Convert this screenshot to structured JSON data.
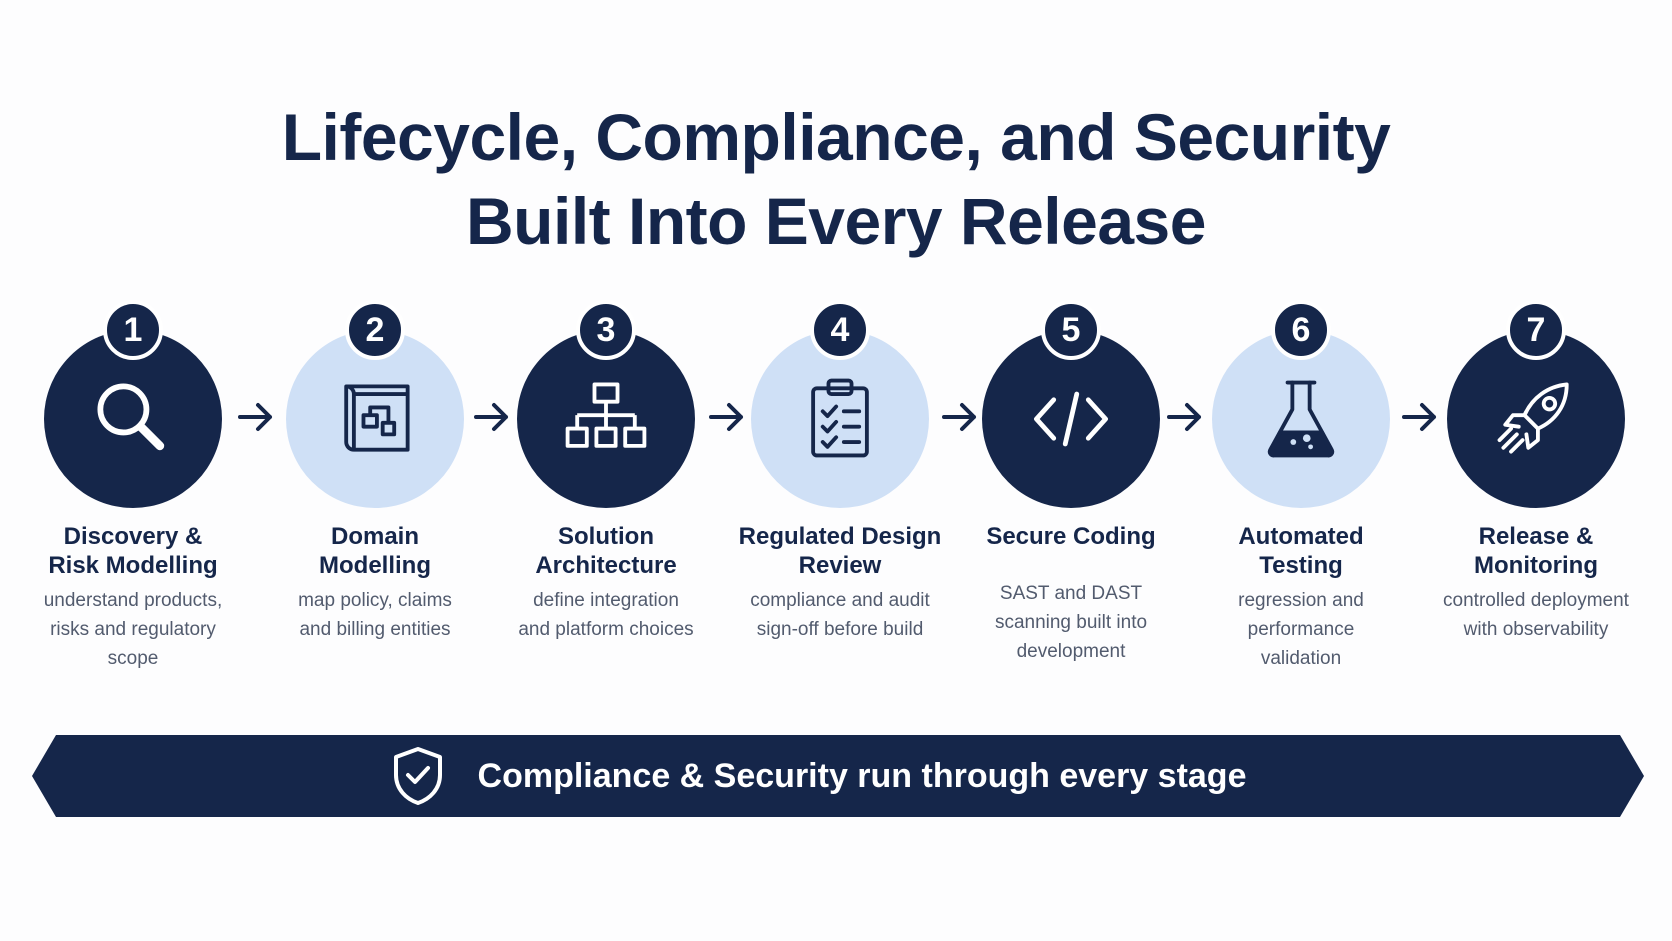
{
  "title": {
    "line1": "Lifecycle, Compliance, and Security",
    "line2": "Built Into Every Release"
  },
  "steps": [
    {
      "number": "1",
      "title_line1": "Discovery &",
      "title_line2": "Risk Modelling",
      "desc_line1": "understand products,",
      "desc_line2": "risks and regulatory",
      "desc_line3": "scope",
      "icon": "magnifier-icon",
      "style": "dark"
    },
    {
      "number": "2",
      "title_line1": "Domain",
      "title_line2": "Modelling",
      "desc_line1": "map policy, claims",
      "desc_line2": "and billing entities",
      "icon": "blueprint-icon",
      "style": "light"
    },
    {
      "number": "3",
      "title_line1": "Solution",
      "title_line2": "Architecture",
      "desc_line1": "define integration",
      "desc_line2": "and platform choices",
      "icon": "hierarchy-icon",
      "style": "dark"
    },
    {
      "number": "4",
      "title_line1": "Regulated Design",
      "title_line2": "Review",
      "desc_line1": "compliance and audit",
      "desc_line2": "sign-off before build",
      "icon": "clipboard-checklist-icon",
      "style": "light"
    },
    {
      "number": "5",
      "title_line1": "Secure Coding",
      "desc_line1": "SAST and DAST",
      "desc_line2": "scanning built into",
      "desc_line3": "development",
      "icon": "code-icon",
      "style": "dark"
    },
    {
      "number": "6",
      "title_line1": "Automated",
      "title_line2": "Testing",
      "desc_line1": "regression and",
      "desc_line2": "performance",
      "desc_line3": "validation",
      "icon": "flask-icon",
      "style": "light"
    },
    {
      "number": "7",
      "title_line1": "Release &",
      "title_line2": "Monitoring",
      "desc_line1": "controlled deployment",
      "desc_line2": "with observability",
      "icon": "rocket-icon",
      "style": "dark"
    }
  ],
  "banner": {
    "text": "Compliance & Security run through every stage",
    "icon": "shield-check-icon"
  },
  "colors": {
    "navy": "#15264a",
    "light_blue": "#cfe0f6",
    "text_gray": "#525b6e"
  }
}
